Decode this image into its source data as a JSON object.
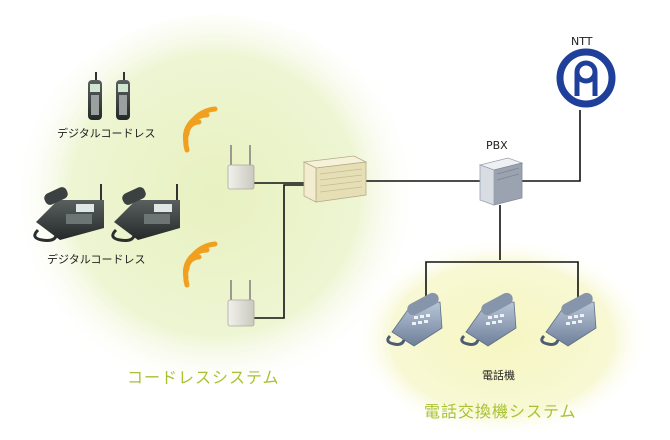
{
  "labels": {
    "cordless_handsets": "デジタルコードレス",
    "cordless_desk_phones": "デジタルコードレス",
    "pbx": "PBX",
    "ntt": "NTT",
    "telephones": "電話機"
  },
  "zones": {
    "cordless_system": "コードレスシステム",
    "pbx_system": "電話交換機システム"
  },
  "colors": {
    "cordless_zone": "#eef4cf",
    "pbx_zone": "#f8f8c8",
    "zone_text": "#a9c233",
    "signal": "#f0a01e",
    "ntt_logo": "#1e3f9a",
    "line": "#111111"
  }
}
